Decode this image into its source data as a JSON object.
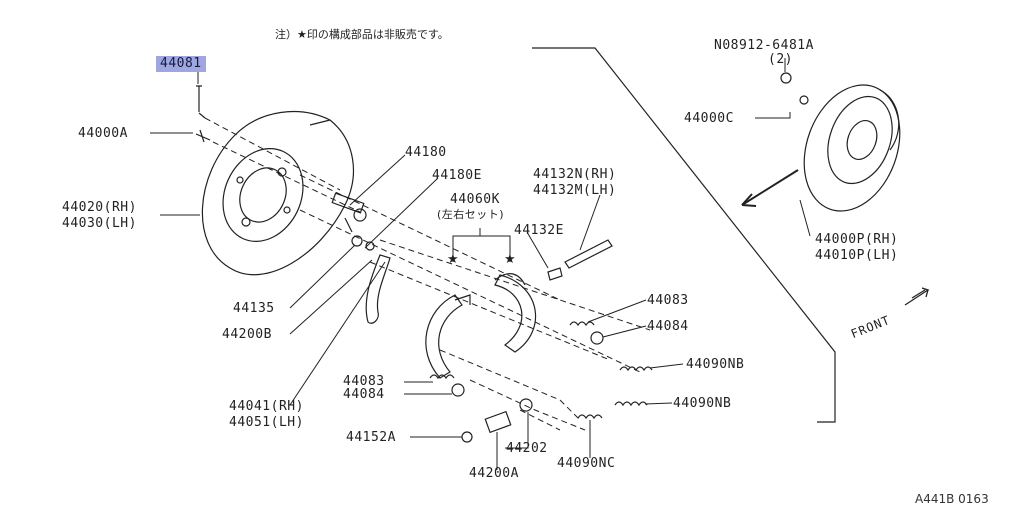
{
  "note": "注）★印の構成部品は非販売です。",
  "labels": {
    "p44081": "44081",
    "p44000A": "44000A",
    "p44020": "44020(RH)",
    "p44030": "44030(LH)",
    "p44180": "44180",
    "p44180E": "44180E",
    "p44060K": "44060K",
    "p44060K_sub": "(左右セット)",
    "p44132N": "44132N(RH)",
    "p44132M": "44132M(LH)",
    "p44132E": "44132E",
    "p44135": "44135",
    "p44200B": "44200B",
    "p44083a": "44083",
    "p44084a": "44084",
    "p44083b": "44083",
    "p44084b": "44084",
    "p44090NB_a": "44090NB",
    "p44090NB_b": "44090NB",
    "p44041": "44041(RH)",
    "p44051": "44051(LH)",
    "p44152A": "44152A",
    "p44202": "44202",
    "p44200A": "44200A",
    "p44090NC": "44090NC",
    "p08912": "N08912-6481A",
    "p08912_qty": "(2)",
    "p44000C": "44000C",
    "p44000P": "44000P(RH)",
    "p44010P": "44010P(LH)",
    "front": "FRONT"
  },
  "diagram_code": "A441B 0163",
  "colors": {
    "highlight": "#9ea7df",
    "line": "#222222"
  }
}
